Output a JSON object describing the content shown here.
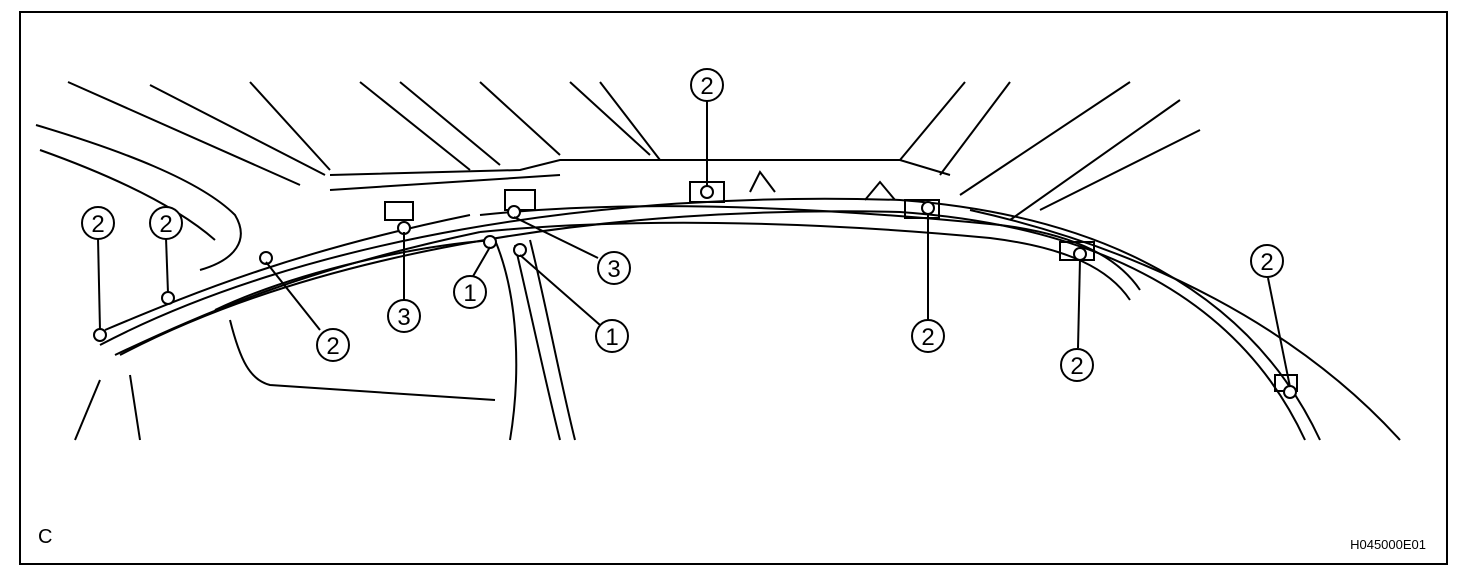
{
  "figure": {
    "panel_label": "C",
    "figure_id": "H045000E01"
  },
  "callouts": [
    {
      "id": "1a",
      "label": "1"
    },
    {
      "id": "1b",
      "label": "1"
    },
    {
      "id": "2a",
      "label": "2"
    },
    {
      "id": "2b",
      "label": "2"
    },
    {
      "id": "2c",
      "label": "2"
    },
    {
      "id": "2d",
      "label": "2"
    },
    {
      "id": "2e",
      "label": "2"
    },
    {
      "id": "2f",
      "label": "2"
    },
    {
      "id": "2g",
      "label": "2"
    },
    {
      "id": "3a",
      "label": "3"
    },
    {
      "id": "3b",
      "label": "3"
    }
  ],
  "style": {
    "line_color": "#000000",
    "background": "#ffffff"
  }
}
